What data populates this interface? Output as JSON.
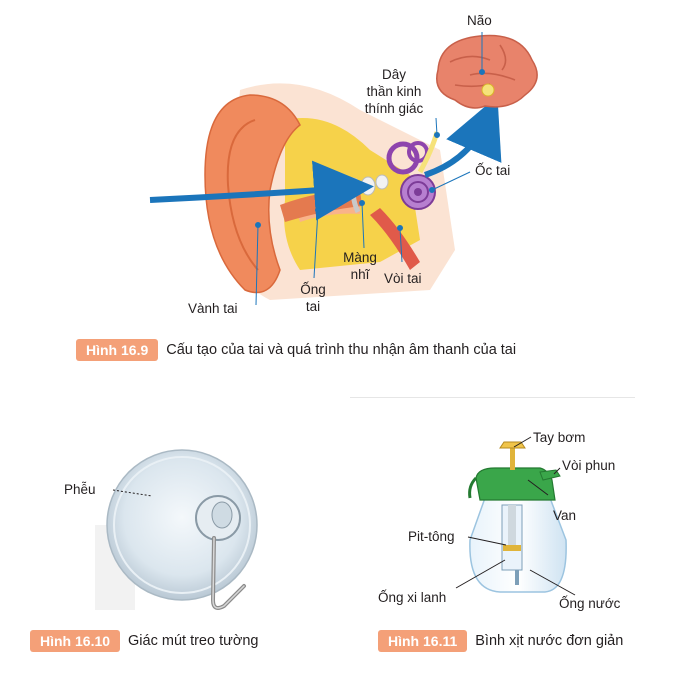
{
  "ear_figure": {
    "labels": {
      "nao": "Não",
      "day_than_kinh": [
        "Dây",
        "thần kinh",
        "thính giác"
      ],
      "oc_tai": "Ốc tai",
      "mang_nhi": [
        "Màng",
        "nhĩ"
      ],
      "voi_tai": "Vòi tai",
      "ong_tai": [
        "Ống",
        "tai"
      ],
      "vanh_tai": "Vành tai"
    },
    "caption": {
      "number": "Hình 16.9",
      "text": "Cấu tạo của tai và quá trình thu nhận âm thanh của tai"
    }
  },
  "suction_figure": {
    "labels": {
      "pheu": "Phễu"
    },
    "caption": {
      "number": "Hình 16.10",
      "text": "Giác mút treo tường"
    }
  },
  "sprayer_figure": {
    "labels": {
      "tay_bom": "Tay bơm",
      "voi_phun": "Vòi phun",
      "van": "Van",
      "pit_tong": "Pit-tông",
      "ong_xi_lanh": "Ống xi lanh",
      "ong_nuoc": "Ống nước"
    },
    "caption": {
      "number": "Hình 16.11",
      "text": "Bình xịt nước đơn giản"
    }
  },
  "colors": {
    "badge": "#f4a078",
    "arrow": "#1b75bb",
    "ear_skin": "#f08a5d",
    "bone_yellow": "#f6d24a",
    "brain": "#e8836b",
    "cochlea": "#9b59b6",
    "sprayer_green": "#3aa64a"
  }
}
